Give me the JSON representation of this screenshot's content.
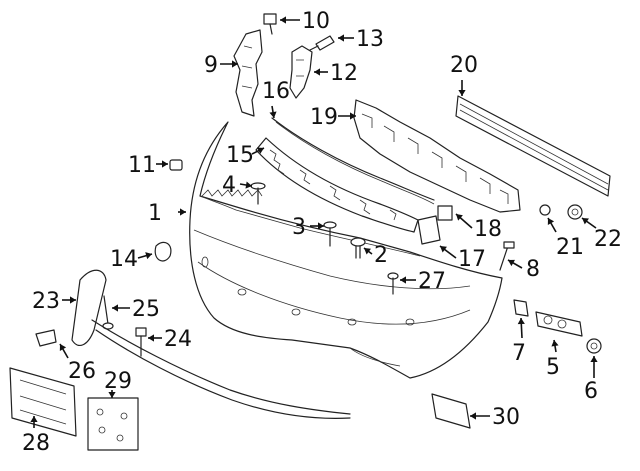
{
  "diagram": {
    "callouts": [
      {
        "label": "1"
      },
      {
        "label": "2"
      },
      {
        "label": "3"
      },
      {
        "label": "4"
      },
      {
        "label": "5"
      },
      {
        "label": "6"
      },
      {
        "label": "7"
      },
      {
        "label": "8"
      },
      {
        "label": "9"
      },
      {
        "label": "10"
      },
      {
        "label": "11"
      },
      {
        "label": "12"
      },
      {
        "label": "13"
      },
      {
        "label": "14"
      },
      {
        "label": "15"
      },
      {
        "label": "16"
      },
      {
        "label": "17"
      },
      {
        "label": "18"
      },
      {
        "label": "19"
      },
      {
        "label": "20"
      },
      {
        "label": "21"
      },
      {
        "label": "22"
      },
      {
        "label": "23"
      },
      {
        "label": "24"
      },
      {
        "label": "25"
      },
      {
        "label": "26"
      },
      {
        "label": "27"
      },
      {
        "label": "28"
      },
      {
        "label": "29"
      },
      {
        "label": "30"
      }
    ]
  }
}
